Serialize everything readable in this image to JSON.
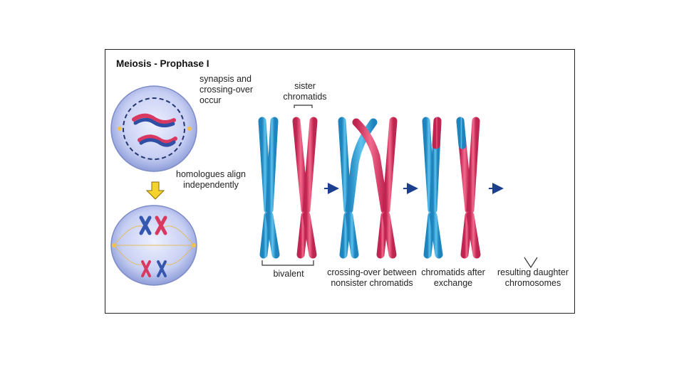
{
  "figure": {
    "title": "Meiosis - Prophase I",
    "labels": {
      "synapsis": "synapsis and crossing-over occur",
      "homologues": "homologues align independently",
      "sister": "sister chromatids",
      "bivalent": "bivalent",
      "crossing": "crossing-over between nonsister chromatids",
      "after": "chromatids after exchange",
      "resulting": "resulting daughter chromosomes"
    },
    "colors": {
      "blue": "#3fa9dc",
      "red": "#e5456c",
      "cell": "#c9d3f4",
      "arrow": "#1c3f8f",
      "yellow_arrow": "#f6d22c"
    }
  }
}
